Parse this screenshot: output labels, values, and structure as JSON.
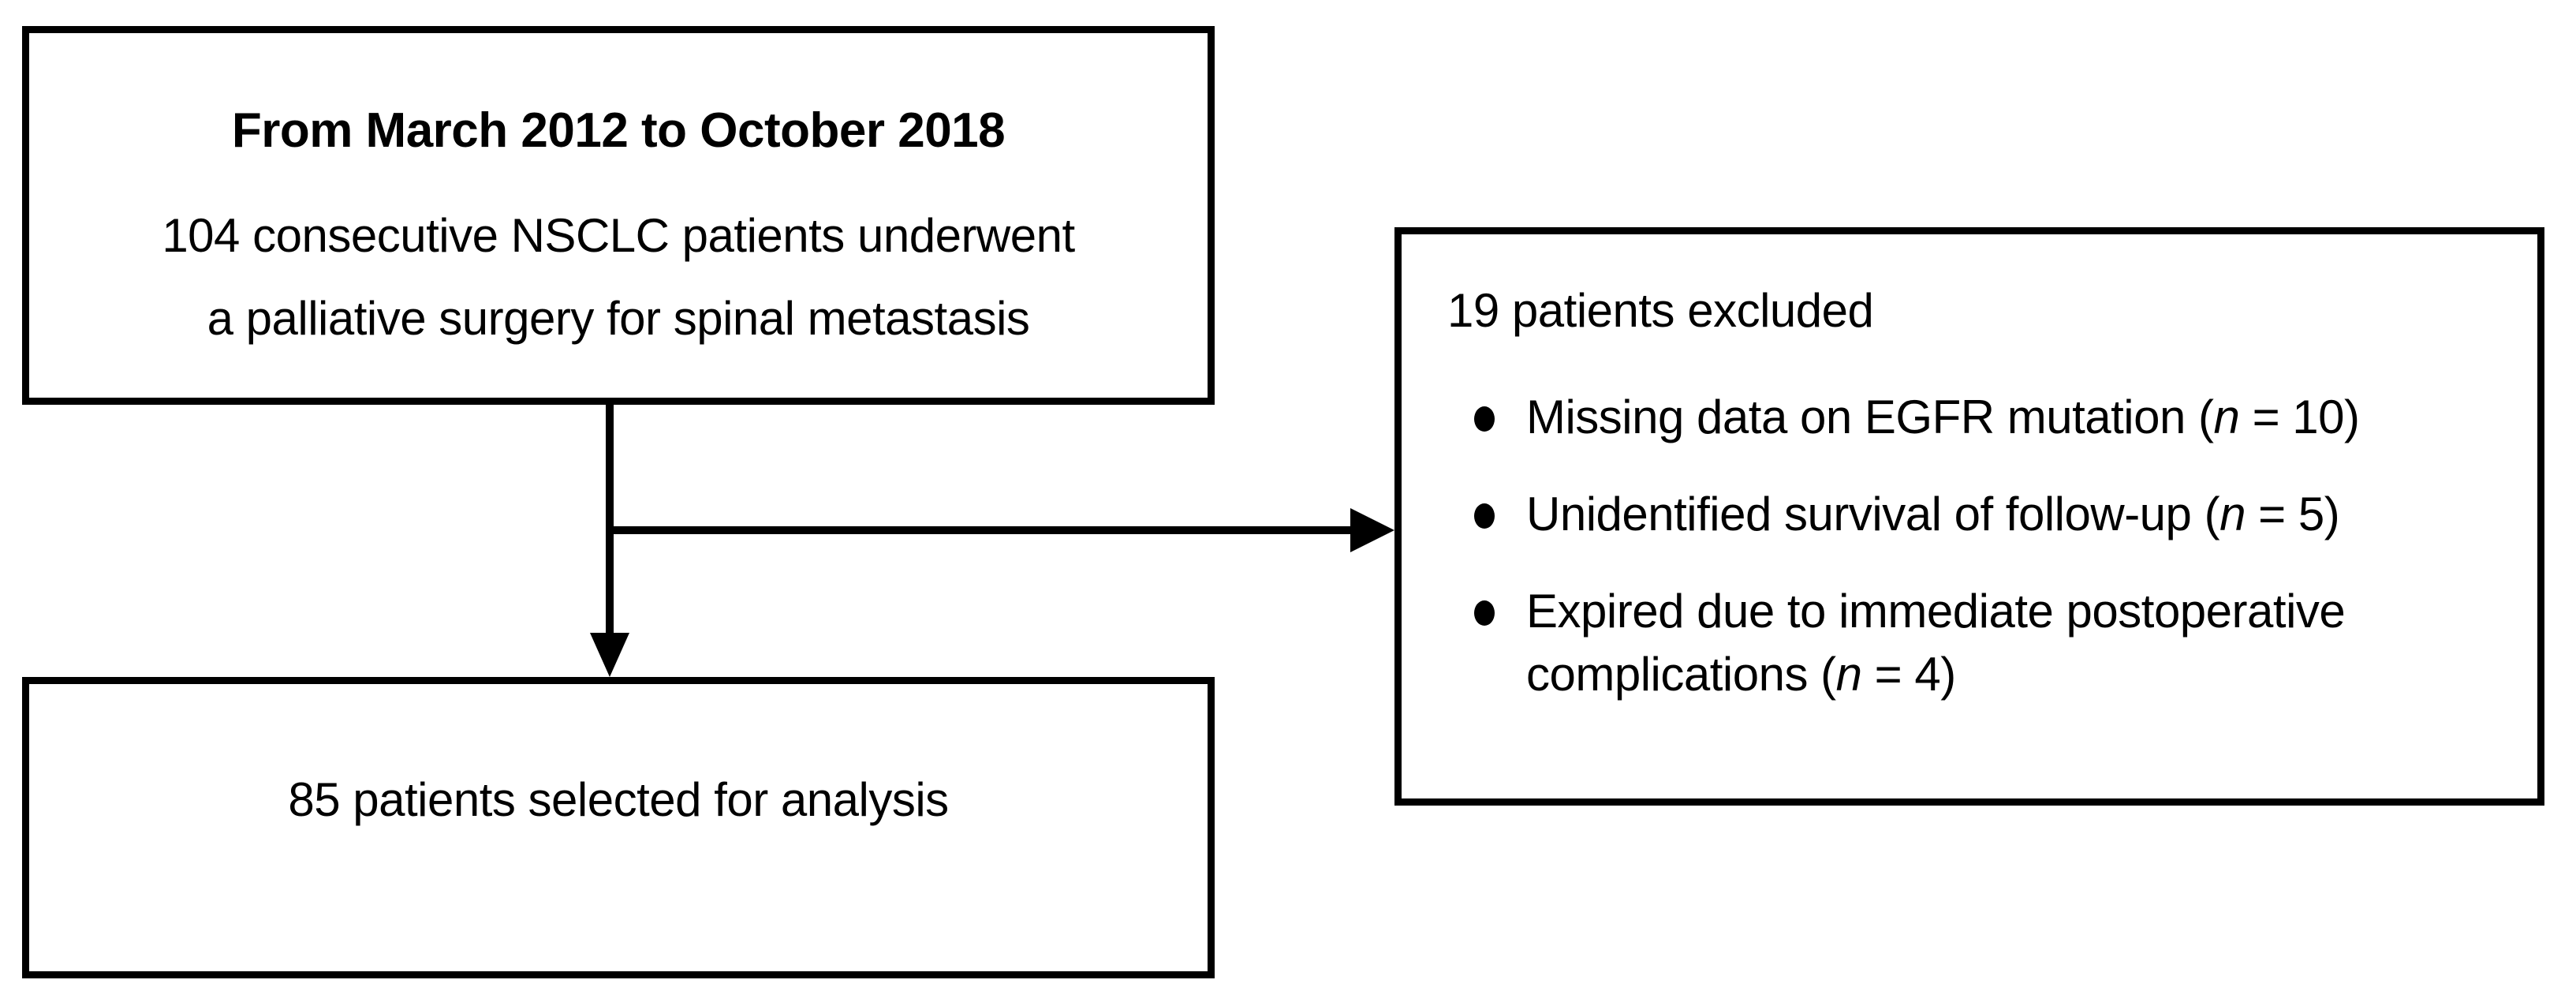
{
  "figure": {
    "type": "flowchart",
    "orientation": "left-to-right-with-exclusion-branch",
    "background_color": "#ffffff",
    "line_color": "#000000",
    "text_color": "#000000"
  },
  "cohort_box": {
    "title": "From March 2012 to October 2018",
    "line1": "104 consecutive NSCLC patients underwent",
    "line2": "a palliative surgery for spinal metastasis"
  },
  "excluded_box": {
    "heading": "19 patients excluded",
    "items": [
      {
        "text_before": "Missing data on EGFR mutation (",
        "n_symbol": "n",
        "text_after": " = 10)",
        "count": 10
      },
      {
        "text_before": "Unidentified survival of follow-up  (",
        "n_symbol": "n",
        "text_after": " = 5)",
        "count": 5
      },
      {
        "text_before": "Expired due to immediate postoperative complications  (",
        "n_symbol": "n",
        "text_after": " = 4)",
        "count": 4
      }
    ]
  },
  "analysis_box": {
    "line1": "85 patients selected for analysis"
  },
  "connectors": {
    "down_arrow_label": "flows-to-analysis",
    "right_arrow_label": "flows-to-excluded"
  }
}
